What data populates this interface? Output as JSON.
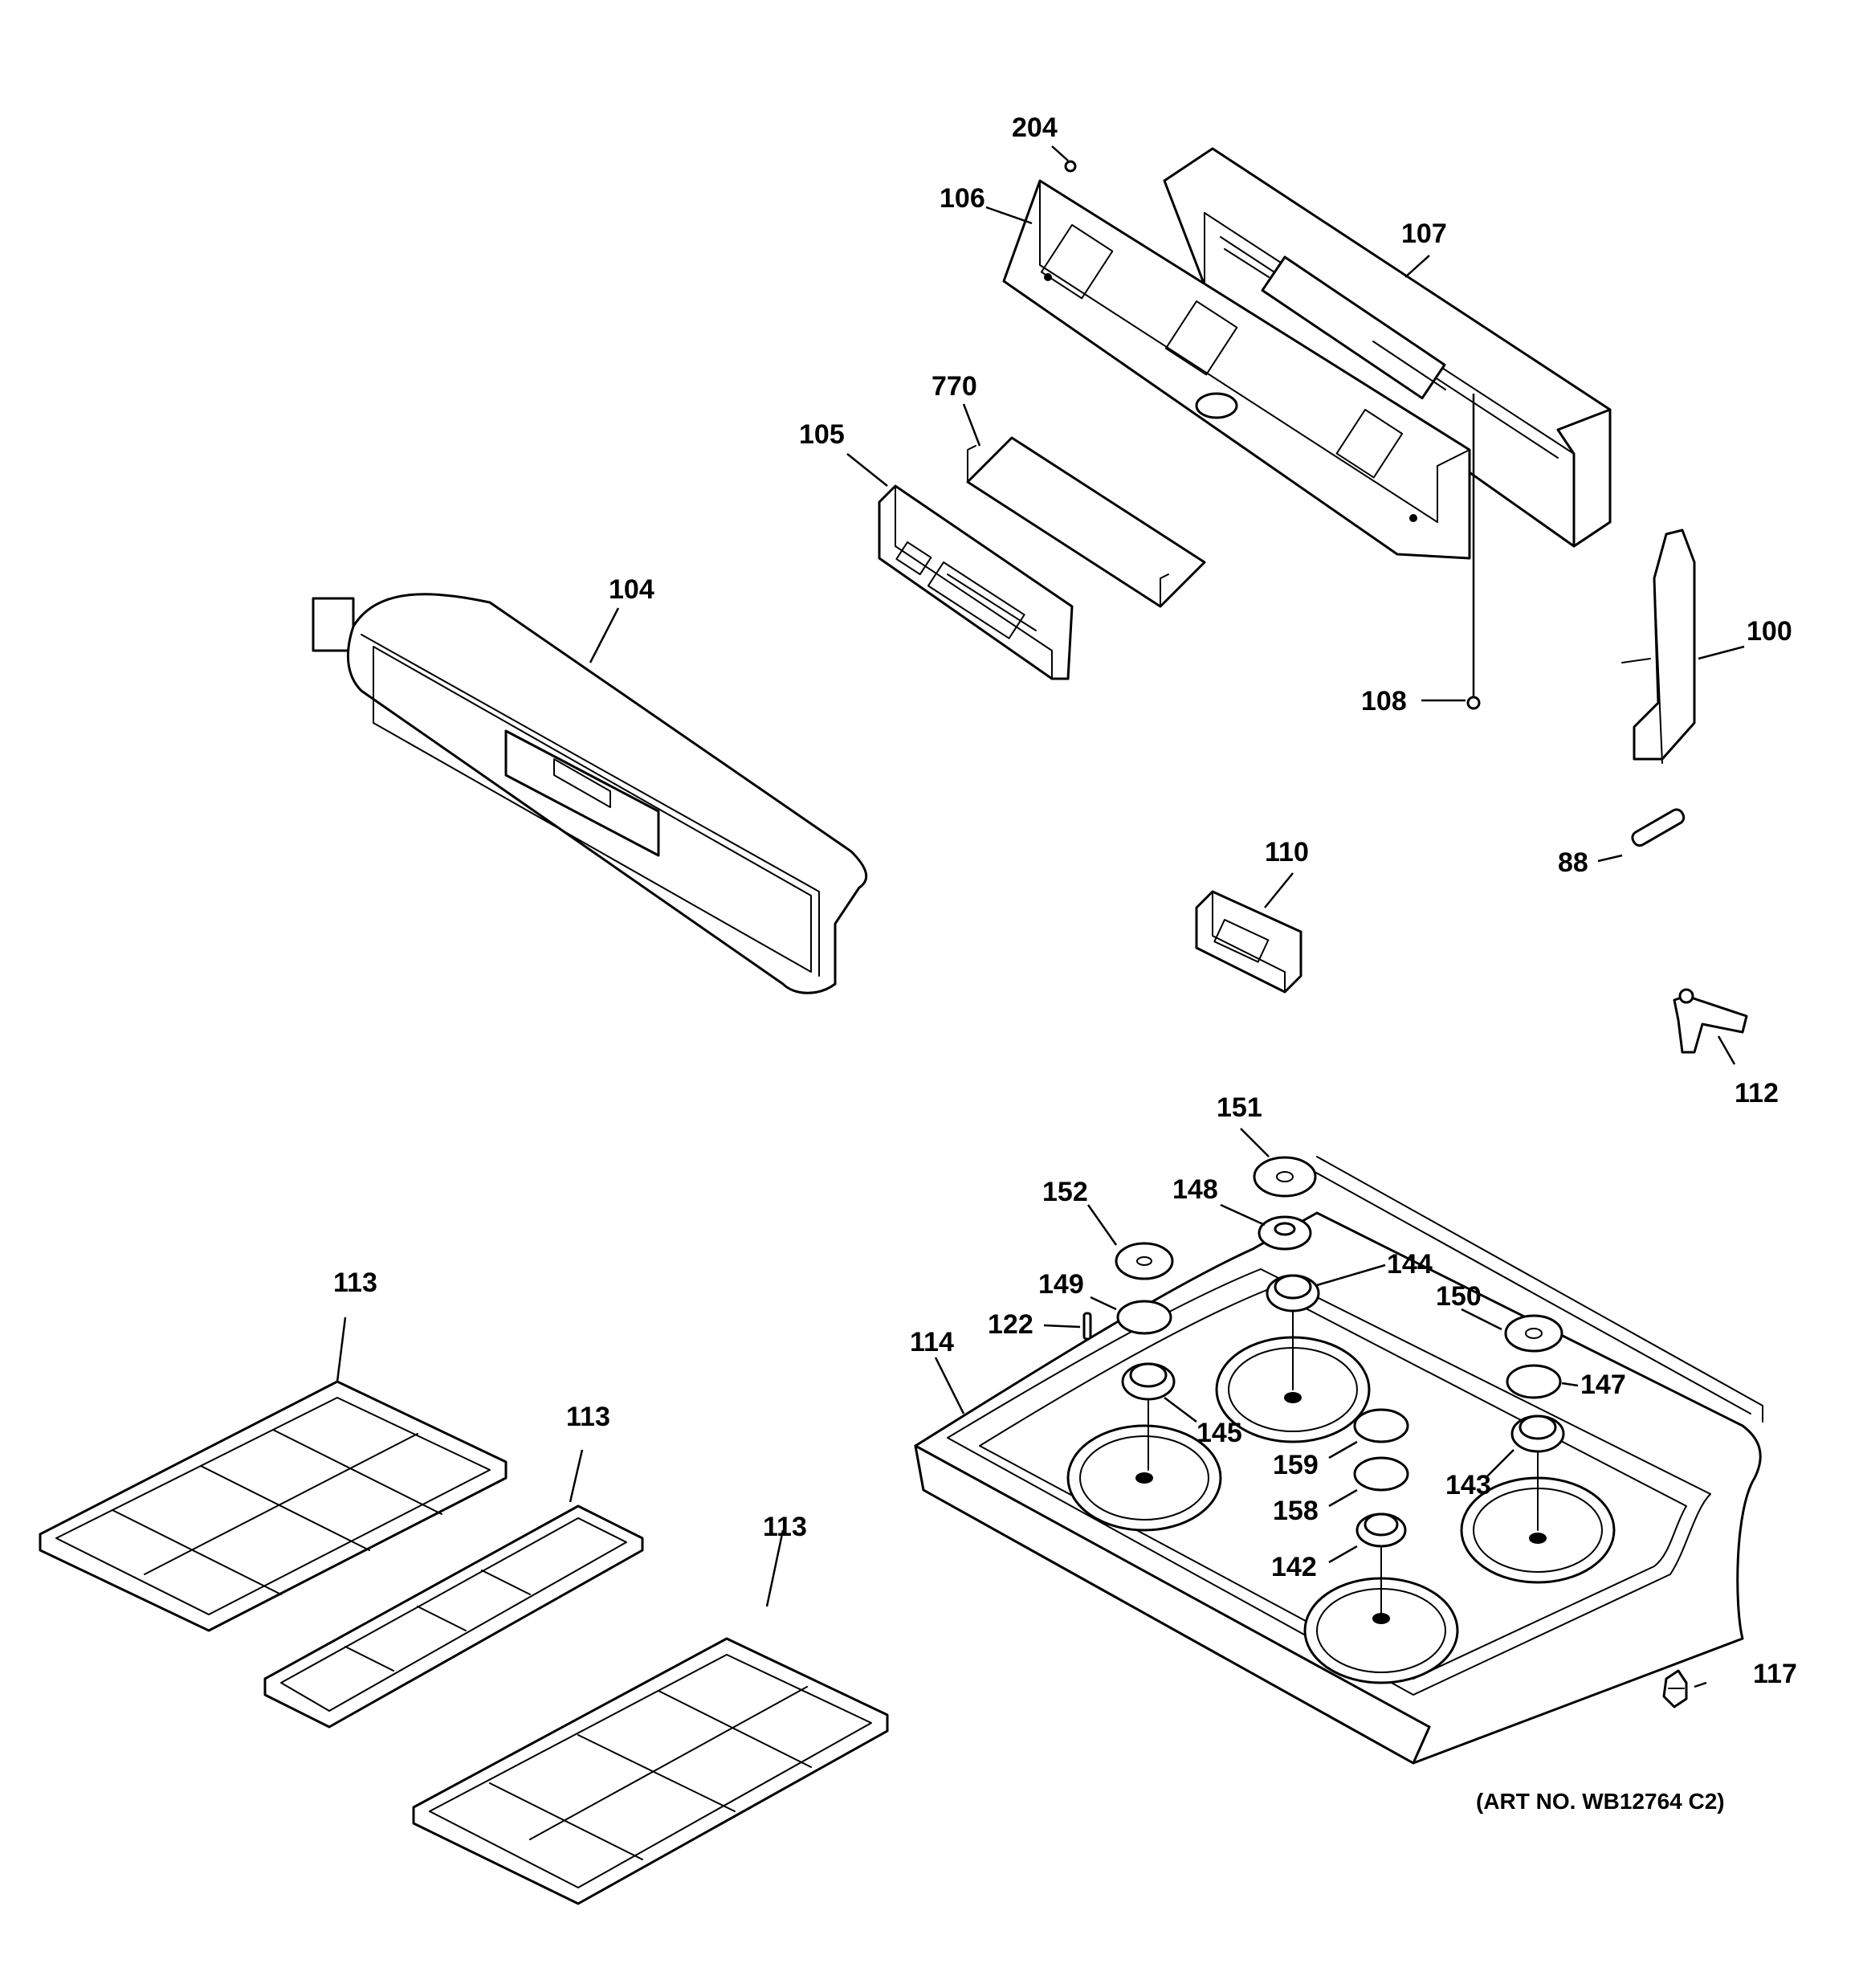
{
  "callouts": {
    "c204": "204",
    "c106": "106",
    "c107": "107",
    "c770": "770",
    "c105": "105",
    "c104": "104",
    "c100": "100",
    "c108": "108",
    "c88": "88",
    "c110": "110",
    "c112": "112",
    "c151": "151",
    "c152": "152",
    "c148": "148",
    "c144": "144",
    "c150": "150",
    "c149": "149",
    "c122": "122",
    "c114": "114",
    "c147": "147",
    "c145": "145",
    "c159": "159",
    "c143": "143",
    "c158": "158",
    "c142": "142",
    "c117": "117",
    "c113a": "113",
    "c113b": "113",
    "c113c": "113"
  },
  "art_number": "(ART NO. WB12764 C2)"
}
